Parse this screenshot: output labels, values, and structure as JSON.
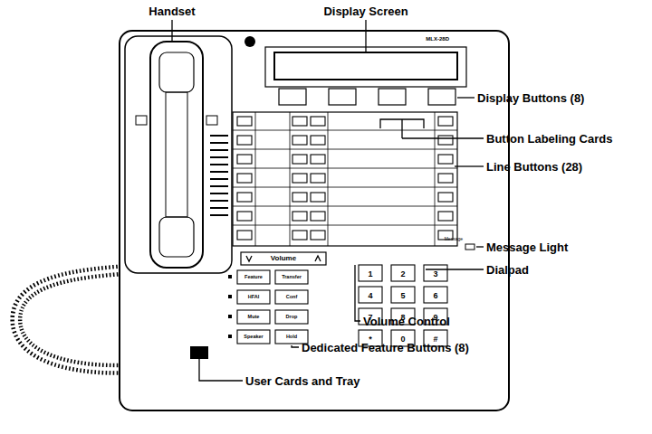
{
  "diagram": {
    "labels": [
      "Handset",
      "Display Screen",
      "MLX-28D",
      "Display Buttons (8)",
      "Button Labeling Cards",
      "Line Buttons (28)",
      "Message",
      "Message Light",
      "Volume",
      "Feature",
      "Transfer",
      "HFAI",
      "Conf",
      "Mute",
      "Drop",
      "Speaker",
      "Hold",
      "1",
      "2",
      "3",
      "4",
      "5",
      "6",
      "7",
      "8",
      "9",
      "*",
      "0",
      "#",
      "Dialpad",
      "Volume Control",
      "Dedicated Feature Buttons (8)",
      "User Cards and Tray"
    ]
  }
}
